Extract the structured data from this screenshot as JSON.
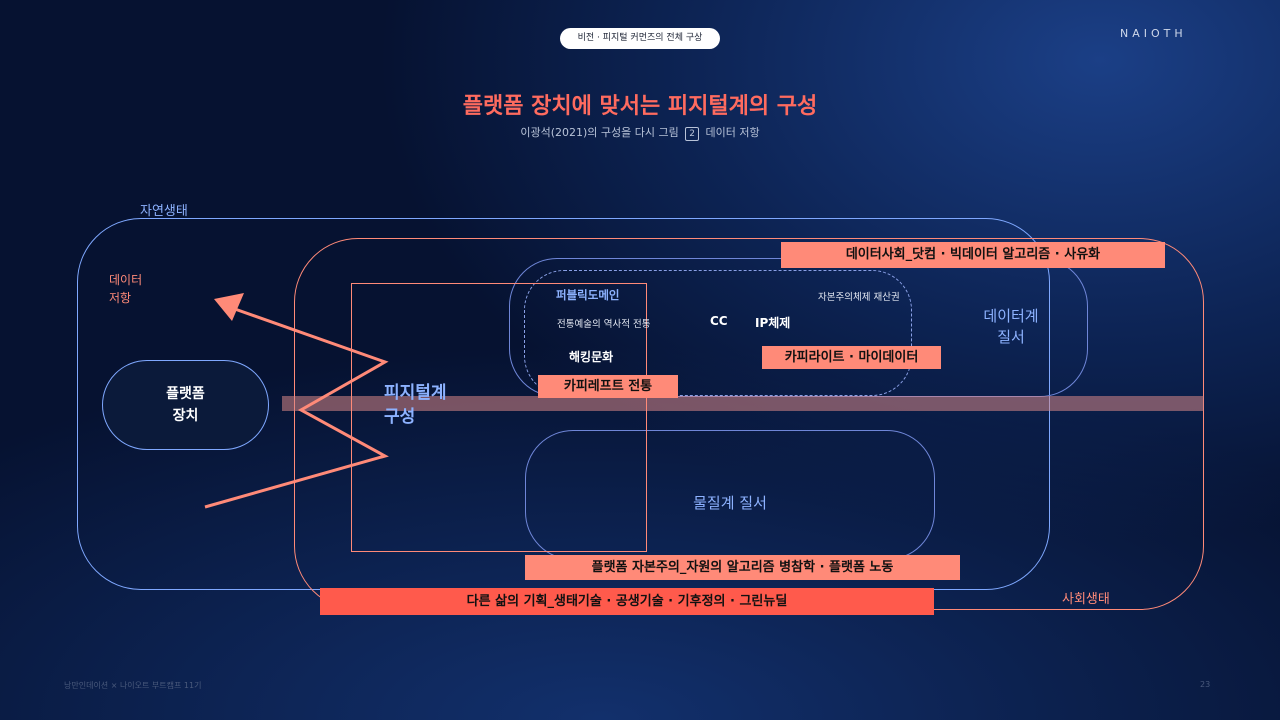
{
  "header": {
    "pill": "비전 · 피지털 커먼즈의 전체 구상",
    "brand": "NAIOTH",
    "title": "플랫폼 장치에 맞서는 피지털계의 구성",
    "subtitle_pre": "이광석(2021)의 구성을 다시 그림",
    "subtitle_box": "2",
    "subtitle_post": "데이터 저항"
  },
  "diagram": {
    "nature_label": "자연생태",
    "society_label": "사회생태",
    "data_resistance_line1": "데이터",
    "data_resistance_line2": "저항",
    "platform_device_line1": "플랫폼",
    "platform_device_line2": "장치",
    "phygital_line1": "피지털계",
    "phygital_line2": "구성",
    "data_order_line1": "데이터계",
    "data_order_line2": "질서",
    "matter_order": "물질계 질서",
    "public_domain": "퍼블릭도메인",
    "art_tradition": "전통예술의 역사적 전통",
    "cc": "CC",
    "ip_system": "IP체제",
    "capitalist_property": "자본주의체제 재산권",
    "hacking_culture": "해킹문화",
    "tag_data_society": "데이터사회_닷컴 · 빅데이터 알고리즘 · 사유화",
    "tag_copyright": "카피라이트 · 마이데이터",
    "tag_copyleft": "카피레프트 전통",
    "tag_platform_capitalism": "플랫폼 자본주의_자원의 알고리즘 병참학 · 플랫폼 노동",
    "tag_other_life": "다른 삶의 기획_생태기술 · 공생기술 · 기후정의 · 그린뉴딜"
  },
  "footer": {
    "left": "낭만인데이션 × 나이오트 부트캠프 11기",
    "page": "23"
  },
  "colors": {
    "accent_red": "#ff6b5f",
    "tag_salmon": "#ff8a78",
    "tag_strong": "#ff5a4c",
    "nature_blue": "#7fa8ff",
    "background": "#061231"
  }
}
